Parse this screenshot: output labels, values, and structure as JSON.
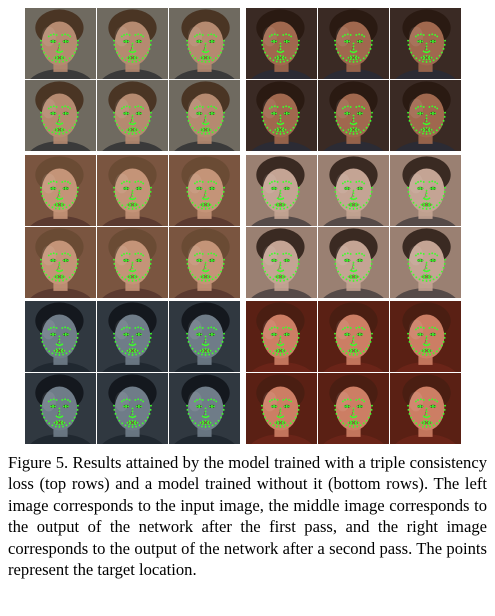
{
  "figure": {
    "label": "Figure 5.",
    "caption": "Results attained by the model trained with a triple consistency loss (top rows) and a model trained without it (bottom rows). The left image corresponds to the input image, the middle image corresponds to the output of the network after the first pass, and the right image corresponds to the output of the network after a second pass. The points represent the target location."
  },
  "colors": {
    "landmark": "#3cff2a",
    "background": "#ffffff"
  },
  "panels": [
    {
      "id": "p1",
      "skin": "#b58a70",
      "hair": "#4a3524",
      "bg": "#6f6a60",
      "shirt": "#3a3a3a"
    },
    {
      "id": "p2",
      "skin": "#a0684e",
      "hair": "#2a1a12",
      "bg": "#3a2a24",
      "shirt": "#2b2b34"
    },
    {
      "id": "p3",
      "skin": "#c49478",
      "hair": "#6a4b34",
      "bg": "#7a5540",
      "shirt": "#5b3a30"
    },
    {
      "id": "p4",
      "skin": "#c4a494",
      "hair": "#3a2a22",
      "bg": "#9a8072",
      "shirt": "#554a48"
    },
    {
      "id": "p5",
      "skin": "#6f7c88",
      "hair": "#14181e",
      "bg": "#303840",
      "shirt": "#202830"
    },
    {
      "id": "p6",
      "skin": "#cc7e64",
      "hair": "#4a1e12",
      "bg": "#5a2014",
      "shirt": "#6a2418"
    }
  ]
}
